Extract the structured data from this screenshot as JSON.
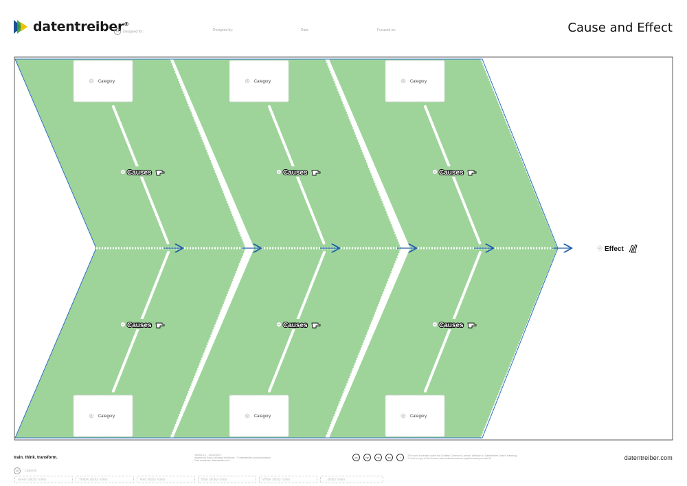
{
  "header": {
    "logo_text": "datentreiber",
    "logo_mark": "®",
    "title": "Cause and Effect",
    "meta_fields": [
      {
        "num": "01",
        "label": "Designed for:"
      },
      {
        "num": "",
        "label": "Designed by:"
      },
      {
        "num": "",
        "label": "Date:"
      },
      {
        "num": "",
        "label": "Focused on:"
      }
    ]
  },
  "diagram": {
    "categories_top": [
      {
        "num": "04",
        "label": "Category"
      },
      {
        "num": "05",
        "label": "Category"
      },
      {
        "num": "06",
        "label": "Category"
      }
    ],
    "categories_bottom": [
      {
        "num": "01",
        "label": "Category"
      },
      {
        "num": "02",
        "label": "Category"
      },
      {
        "num": "03",
        "label": "Category"
      }
    ],
    "causes_top": [
      {
        "num": "10",
        "label": "Causes"
      },
      {
        "num": "11",
        "label": "Causes"
      },
      {
        "num": "12",
        "label": "Causes"
      }
    ],
    "causes_bottom": [
      {
        "num": "07",
        "label": "Causes"
      },
      {
        "num": "08",
        "label": "Causes"
      },
      {
        "num": "09",
        "label": "Causes"
      }
    ],
    "effect": {
      "num": "13",
      "label": "Effect"
    },
    "colors": {
      "fish": "#9ed49a",
      "outline": "#2f6fbf",
      "arrow": "#1f5fa8",
      "dots": "#ffffff"
    }
  },
  "footer": {
    "tagline": "train. think. transform.",
    "version_lines": [
      "Version 1.1 · 02/02/2023",
      "Inspired by Kaoru Ishikawa's fishbone · © datentreiber.com/publications",
      "Free download: datentreiber.com"
    ],
    "license_icons": [
      "cc",
      "by",
      "nc",
      "sa",
      "i"
    ],
    "license_lines": [
      "This work is licensed under the Creative Commons License. Attribute to: Datentreiber GmbH, Hamburg.",
      "To view a copy of the license, visit creativecommons.org/licenses/by-nc-sa/4.0/"
    ],
    "website": "datentreiber.com",
    "legend_title": "Legend:",
    "legend_num": "15",
    "legend_items": [
      "Green sticky notes",
      "Yellow sticky notes",
      "Red sticky notes",
      "Blue sticky notes",
      "White sticky notes",
      "... sticky notes"
    ]
  }
}
